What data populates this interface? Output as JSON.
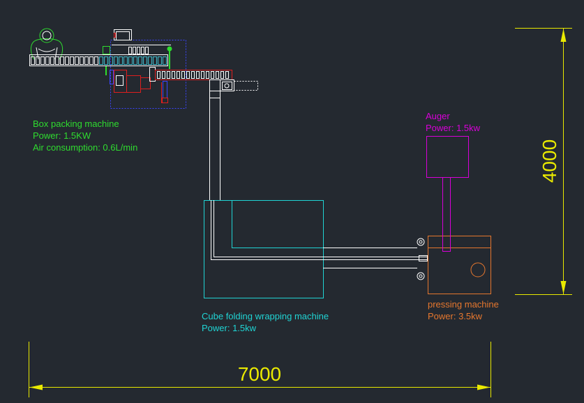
{
  "canvas": {
    "background": "#242930"
  },
  "colors": {
    "linework": "#ffffff",
    "motor": "#e01e1e",
    "infeed_rollers": "#3fb8c8",
    "actuator": "#3b45ff"
  },
  "operator": {
    "color": "#2fdc2f"
  },
  "box_packing_machine": {
    "title": "Box packing machine",
    "power": "Power: 1.5KW",
    "air": "Air consumption: 0.6L/min",
    "label_color": "#2fdc2f",
    "frame_color": "#3b45ff"
  },
  "auger": {
    "title": "Auger",
    "power": "Power: 1.5kw",
    "color": "#d900d9"
  },
  "cube_folding_wrapping_machine": {
    "title": "Cube folding wrapping machine",
    "power": "Power: 1.5kw",
    "color": "#20d4d4"
  },
  "pressing_machine": {
    "title": "pressing machine",
    "power": "Power: 3.5kw",
    "color": "#e6772e"
  },
  "dimensions": {
    "overall_width": "7000",
    "overall_height": "4000",
    "color": "#eaea00"
  }
}
